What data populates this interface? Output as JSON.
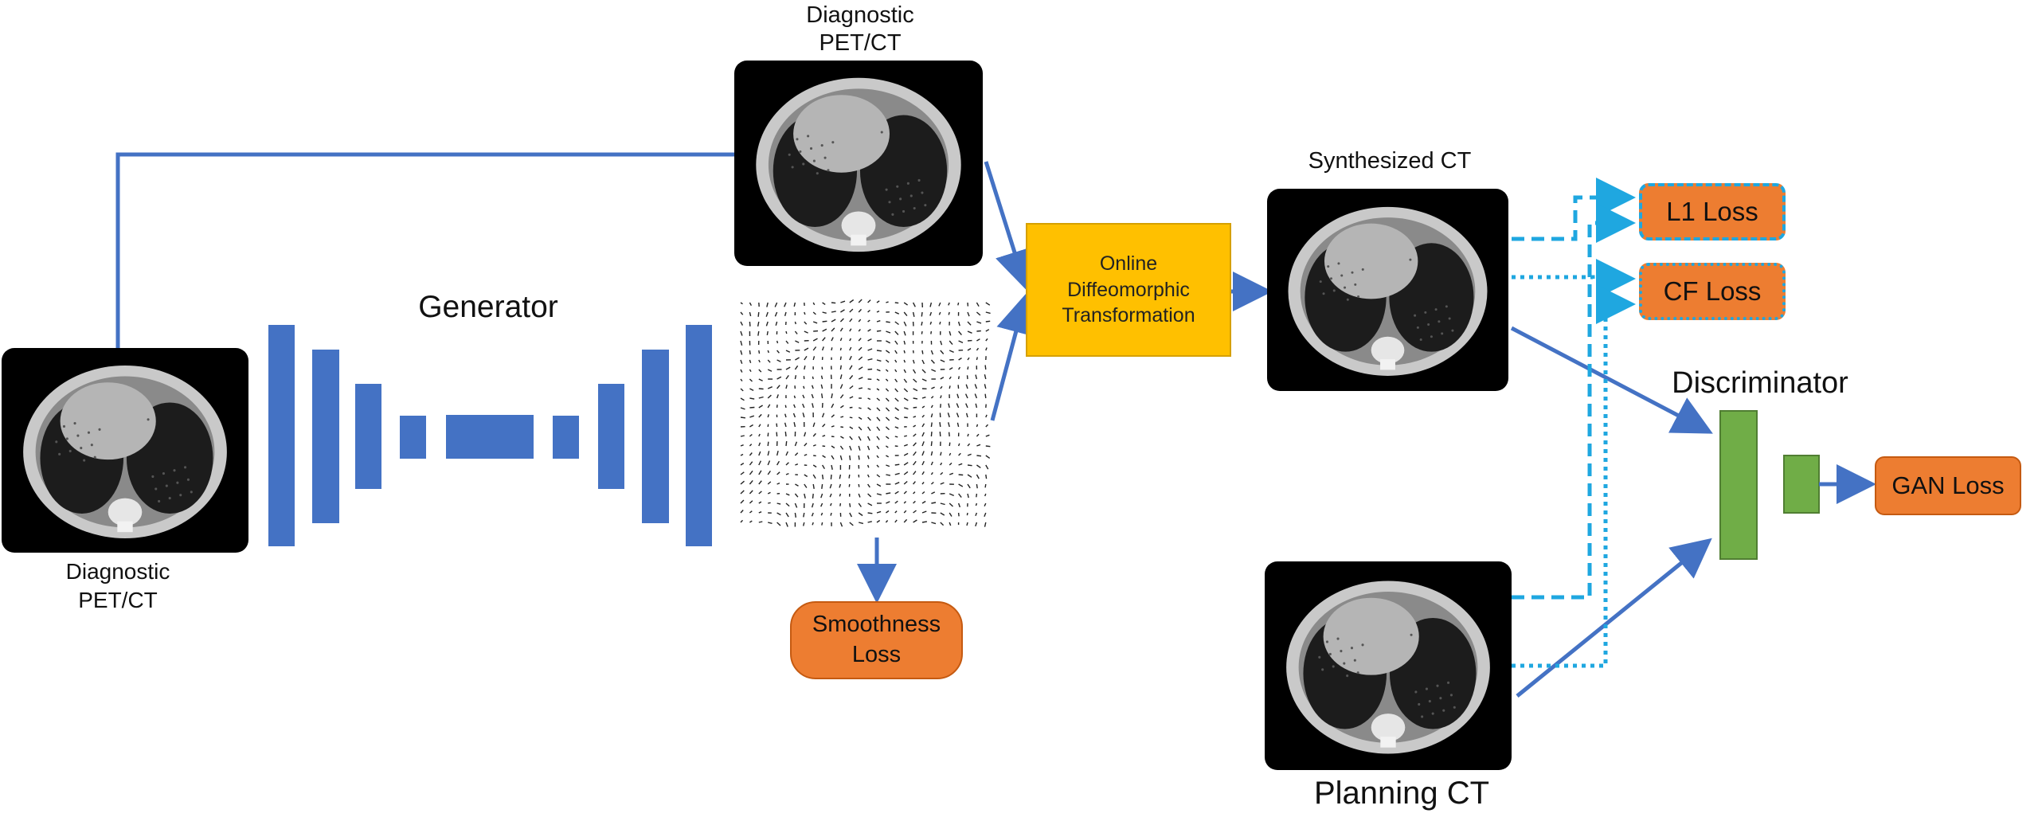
{
  "labels": {
    "input_image": "Diagnostic\nPET/CT",
    "diagnostic_top": "Diagnostic\nPET/CT",
    "generator": "Generator",
    "synthesized_ct": "Synthesized CT",
    "discriminator": "Discriminator",
    "planning_ct": "Planning CT"
  },
  "boxes": {
    "transformation": "Online\nDiffeomorphic\nTransformation",
    "smoothness_loss": "Smoothness\nLoss",
    "l1_loss": "L1 Loss",
    "cf_loss": "CF Loss",
    "gan_loss": "GAN Loss"
  },
  "colors": {
    "arrow_blue": "#4472c4",
    "dashed_cyan": "#1fa7e0",
    "generator_blue": "#4472c4",
    "discriminator_green": "#70ad47",
    "transform_yellow": "#ffc000",
    "loss_orange": "#ed7d31"
  }
}
